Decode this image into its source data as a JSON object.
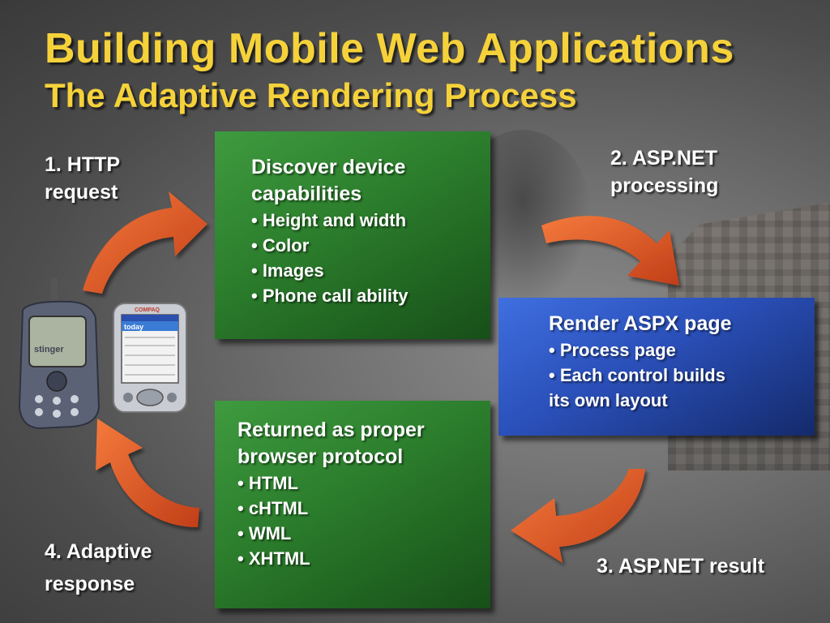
{
  "slide": {
    "title": "Building Mobile Web Applications",
    "subtitle": "The Adaptive Rendering Process"
  },
  "steps": {
    "step1": [
      "1. HTTP",
      "request"
    ],
    "step2": [
      "2. ASP.NET",
      "processing"
    ],
    "step3": "3. ASP.NET result",
    "step4": [
      "4. Adaptive",
      "response"
    ]
  },
  "boxes": {
    "discover": {
      "heading": [
        "Discover device",
        "capabilities"
      ],
      "bullets": [
        "• Height and width",
        "• Color",
        "• Images",
        "• Phone call ability"
      ]
    },
    "render": {
      "heading": "Render ASPX page",
      "bullets": [
        "• Process page",
        "• Each control builds",
        "its own layout"
      ]
    },
    "returned": {
      "heading": [
        "Returned as proper",
        "browser protocol"
      ],
      "bullets": [
        "• HTML",
        "• cHTML",
        "• WML",
        "• XHTML"
      ]
    }
  },
  "devices": {
    "phone_screen_text": "stinger",
    "pda_brand": "COMPAQ",
    "pda_screen_text": "today"
  },
  "colors": {
    "title": "#f6d23a",
    "green_box": "#2b7d2c",
    "blue_box": "#2a4fb8",
    "arrow": "#e8582a"
  }
}
